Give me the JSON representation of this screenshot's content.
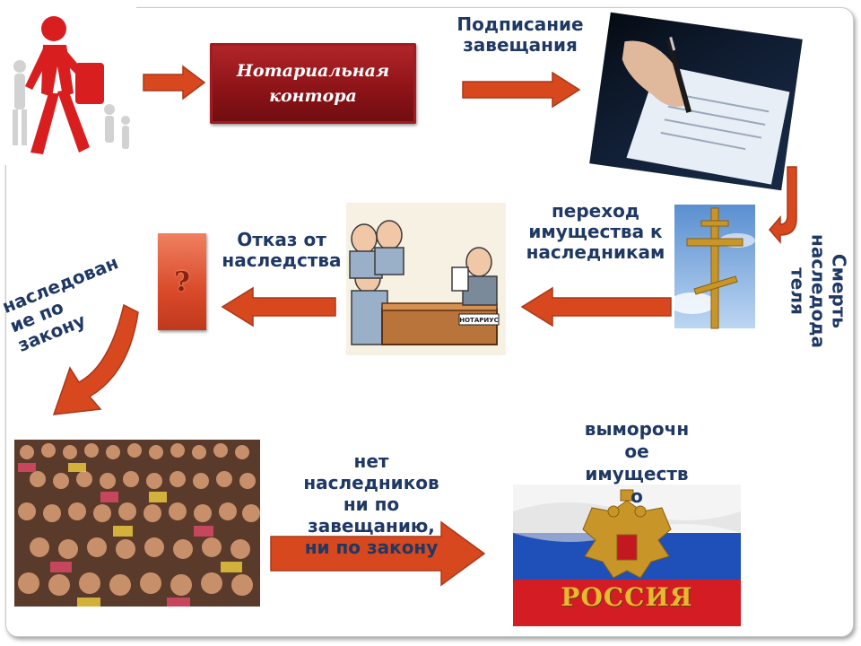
{
  "colors": {
    "arrow": "#d8481e",
    "arrow_edge": "#a8381a",
    "label_text": "#1f3864",
    "notary_red": "#9b1b1f"
  },
  "nodes": {
    "notary_office": {
      "line1": "Нотариальная",
      "line2": "контора"
    },
    "signing_will": {
      "line1": "Подписание",
      "line2": "завещания"
    },
    "testator_death": {
      "line1": "Смерть",
      "line2": "наследода",
      "line3": "теля"
    },
    "property_transfer": {
      "line1": "переход",
      "line2": "имущества к",
      "line3": "наследникам"
    },
    "refusal": {
      "line1": "Отказ от",
      "line2": "наследства"
    },
    "question_mark": "?",
    "inheritance_by_law": {
      "line1": "наследован",
      "line2": "ие по",
      "line3": "закону"
    },
    "no_heirs": {
      "line1": "нет",
      "line2": "наследников",
      "line3": "ни по",
      "line4": "завещанию,",
      "line5": "ни по закону"
    },
    "escheat_property": {
      "line1": "выморочн",
      "line2": "ое",
      "line3": "имуществ",
      "line4": "о"
    },
    "russia_banner": "РОССИЯ"
  },
  "icons": [
    "walking-man-icon",
    "signing-document-icon",
    "orthodox-cross-icon",
    "notary-cartoon-icon",
    "crowd-photo-icon",
    "russian-flag-icon"
  ]
}
